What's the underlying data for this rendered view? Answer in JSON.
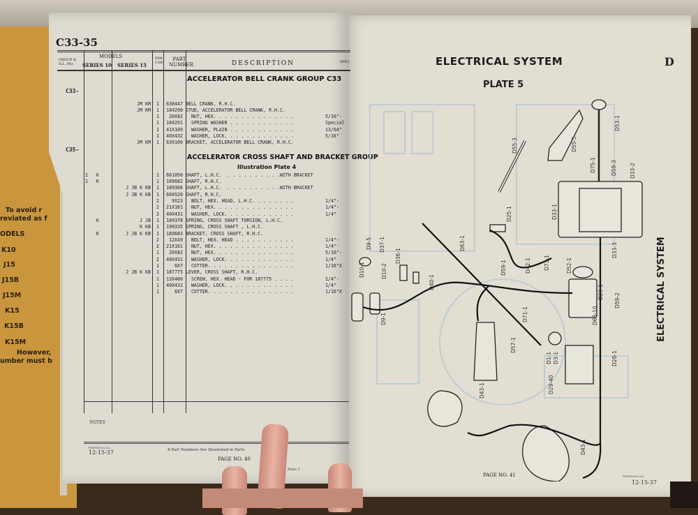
{
  "cover": {
    "intro": [
      "To avoid r",
      "reviated as f"
    ],
    "models_heading": "ODELS",
    "models": [
      "K10",
      "J15",
      "J15B",
      "J15M",
      "K15",
      "K15B",
      "K15M"
    ],
    "footer": [
      "However,",
      "umber must b"
    ]
  },
  "left_page": {
    "group_code": "C33-35",
    "headers": {
      "group": "GROUP & ILL. NO.",
      "models": "MODELS",
      "series10": "SERIES 10",
      "series15": "SERIES 15",
      "per_car": "PER CAR",
      "part_number": "PART NUMBER",
      "description": "DESCRIPTION",
      "spec": "SPEC"
    },
    "sections": [
      {
        "group": "C33-",
        "title": "ACCELERATOR BELL CRANK GROUP C33",
        "rows": [
          {
            "s10": "",
            "s15": "JM KM",
            "per_car": "1",
            "part": "638447",
            "desc": "BELL CRANK, R.H.C.",
            "spec": ""
          },
          {
            "s10": "",
            "s15": "JM KM",
            "per_car": "1",
            "part": "184290",
            "desc": "STUD, ACCELERATOR BELL CRANK, R.H.C.",
            "spec": ""
          },
          {
            "s10": "",
            "s15": "",
            "per_car": "1",
            "part": "20X82",
            "desc": "  NUT, HEX. . . . . . . . . . . . . . .",
            "spec": "5/16\"-"
          },
          {
            "s10": "",
            "s15": "",
            "per_car": "1",
            "part": "184291",
            "desc": "  SPRING WASHER . . . . . . . . . . . .",
            "spec": "Special"
          },
          {
            "s10": "",
            "s15": "",
            "per_car": "1",
            "part": "41X109",
            "desc": "  WASHER, PLAIN . . . . . . . . . . . .",
            "spec": "13/64\""
          },
          {
            "s10": "",
            "s15": "",
            "per_car": "1",
            "part": "40X432",
            "desc": "  WASHER, LOCK. . . . . . . . . . . . .",
            "spec": "5/16\""
          },
          {
            "s10": "",
            "s15": "JM KM",
            "per_car": "1",
            "part": "639100",
            "desc": "BRACKET, ACCELERATOR BELL CRANK, R.H.C.",
            "spec": ""
          }
        ]
      },
      {
        "group": "C35-",
        "title": "ACCELERATOR CROSS SHAFT AND BRACKET GROUP",
        "subtitle": "Illustration Plate 4",
        "rows": [
          {
            "s10": "1   K",
            "s15": "",
            "per_car": "1",
            "part": "661050",
            "desc": "SHAFT, L.H.C.  . . . . . . . . . .WITH BRACKET",
            "spec": ""
          },
          {
            "s10": "1   K",
            "s15": "",
            "per_car": "1",
            "part": "189682",
            "desc": "SHAFT, R.H.C.",
            "spec": ""
          },
          {
            "s10": "",
            "s15": "J JB K KB",
            "per_car": "1",
            "part": "189366",
            "desc": "SHAFT, L.H.C.  . . . . . . . . . .WITH BRACKET",
            "spec": ""
          },
          {
            "s10": "",
            "s15": "J JB K KB",
            "per_car": "1",
            "part": "660520",
            "desc": "SHAFT, R.H.C.",
            "spec": ""
          },
          {
            "s10": "",
            "s15": "",
            "per_car": "2",
            "part": "9X23",
            "desc": "  BOLT, HEX. HEAD, L.H.C. . . . . . . .",
            "spec": "1/4\"-"
          },
          {
            "s10": "",
            "s15": "",
            "per_car": "2",
            "part": "21X161",
            "desc": "  NUT, HEX. . . . . . . . . . . . . . .",
            "spec": "1/4\"-"
          },
          {
            "s10": "",
            "s15": "",
            "per_car": "2",
            "part": "40X431",
            "desc": "  WASHER, LOCK. . . . . . . . . . . . .",
            "spec": "1/4\""
          },
          {
            "s10": "    K",
            "s15": "J JB",
            "per_car": "1",
            "part": "189378",
            "desc": "SPRING, CROSS SHAFT TORSION, L.H.C.",
            "spec": ""
          },
          {
            "s10": "",
            "s15": "K KB",
            "per_car": "1",
            "part": "190335",
            "desc": "SPRING, CROSS SHAFT , L.H.C.",
            "spec": ""
          },
          {
            "s10": "    K",
            "s15": "J JB K KB",
            "per_car": "1",
            "part": "189683",
            "desc": "BRACKET, CROSS SHAFT, R.H.C.",
            "spec": ""
          },
          {
            "s10": "",
            "s15": "",
            "per_car": "2",
            "part": "12X49",
            "desc": "  BOLT, HEX. HEAD . . . . . . . . . . .",
            "spec": "1/4\"-"
          },
          {
            "s10": "",
            "s15": "",
            "per_car": "2",
            "part": "21X161",
            "desc": "  NUT, HEX. . . . . . . . . . . . . . .",
            "spec": "1/4\"-"
          },
          {
            "s10": "",
            "s15": "",
            "per_car": "1",
            "part": "20X82",
            "desc": "  NUT, HEX. . . . . . . . . . . . . . .",
            "spec": "5/16\"-"
          },
          {
            "s10": "",
            "s15": "",
            "per_car": "2",
            "part": "40X431",
            "desc": "  WASHER, LOCK. . . . . . . . . . . . .",
            "spec": "1/4\""
          },
          {
            "s10": "",
            "s15": "",
            "per_car": "1",
            "part": "6X7",
            "desc": "  COTTER. . . . . . . . . . . . . . . .",
            "spec": "1/16\"X"
          },
          {
            "s10": "",
            "s15": "J JB K KB",
            "per_car": "1",
            "part": "187775",
            "desc": "LEVER, CROSS SHAFT, R.H.C.",
            "spec": ""
          },
          {
            "s10": "",
            "s15": "",
            "per_car": "1",
            "part": "13X400",
            "desc": "  SCREW, HEX. HEAD - FOR 187775 . . . .",
            "spec": "1/4\"-"
          },
          {
            "s10": "",
            "s15": "",
            "per_car": "1",
            "part": "40X431",
            "desc": "  WASHER, LOCK. . . . . . . . . . . . .",
            "spec": "1/4\""
          },
          {
            "s10": "",
            "s15": "",
            "per_car": "1",
            "part": "6X7",
            "desc": "  COTTER. . . . . . . . . . . . . . . .",
            "spec": "1/16\"X"
          }
        ]
      }
    ],
    "notes_label": "NOTES",
    "printed": "PRINTED IN U.S.A.",
    "date": "12-15-37",
    "footnote": "X Part Numbers Are Illustrated in Parts",
    "footnote_tail": "Plate 3",
    "page_no": "PAGE NO. 40"
  },
  "right_page": {
    "title": "ELECTRICAL SYSTEM",
    "section_letter": "D",
    "plate": "PLATE 5",
    "side_title": "ELECTRICAL SYSTEM",
    "page_no": "PAGE NO. 41",
    "printed": "PRINTED IN U.S.A.",
    "date": "12-15-37",
    "diagram_labels": [
      "D55-3",
      "D55-5",
      "D53-1",
      "D75-1",
      "D59-3",
      "D33-2",
      "D33-1",
      "D25-1",
      "D9-5",
      "D37-1",
      "D10-1",
      "D10-2",
      "D36-1",
      "D63-1",
      "D59-1",
      "D42-1",
      "D73-1",
      "D52-1",
      "D33-3",
      "D40-1",
      "D9-1",
      "D71-1",
      "D23-1",
      "D59-2",
      "D63-10",
      "D57-1",
      "D1-1",
      "D3-1",
      "D28-1",
      "D29-40",
      "D43-1",
      "D43-1"
    ]
  }
}
